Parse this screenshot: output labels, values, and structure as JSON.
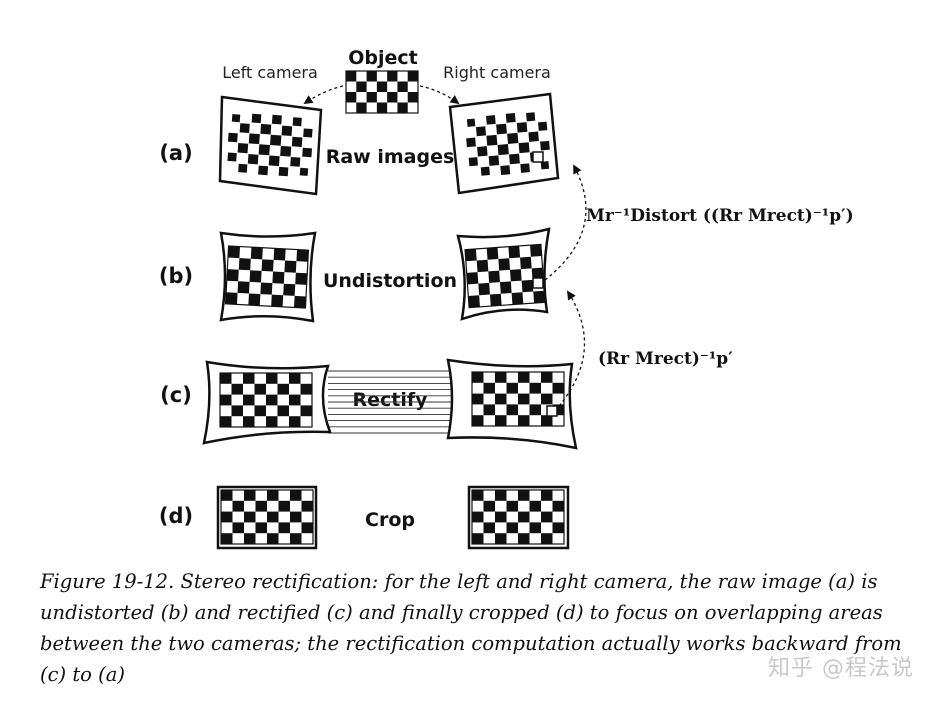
{
  "labels": {
    "object": "Object",
    "left_camera": "Left camera",
    "right_camera": "Right camera"
  },
  "rows": [
    {
      "key": "a",
      "tag": "(a)",
      "stage": "Raw images"
    },
    {
      "key": "b",
      "tag": "(b)",
      "stage": "Undistortion"
    },
    {
      "key": "c",
      "tag": "(c)",
      "stage": "Rectify"
    },
    {
      "key": "d",
      "tag": "(d)",
      "stage": "Crop"
    }
  ],
  "formulas": {
    "upper": "Mr⁻¹Distort ((Rr Mrect)⁻¹p′)",
    "lower": "(Rr Mrect)⁻¹p′"
  },
  "caption": "Figure 19-12. Stereo rectification: for the left and right camera, the raw image (a) is undistorted (b) and rectified (c) and finally cropped (d) to focus on overlapping areas between the two cameras; the rectification computation actually works backward from (c) to (a)",
  "watermark": "知乎 @程法说",
  "colors": {
    "ink": "#111111",
    "watermark": "#c8c8c8"
  }
}
